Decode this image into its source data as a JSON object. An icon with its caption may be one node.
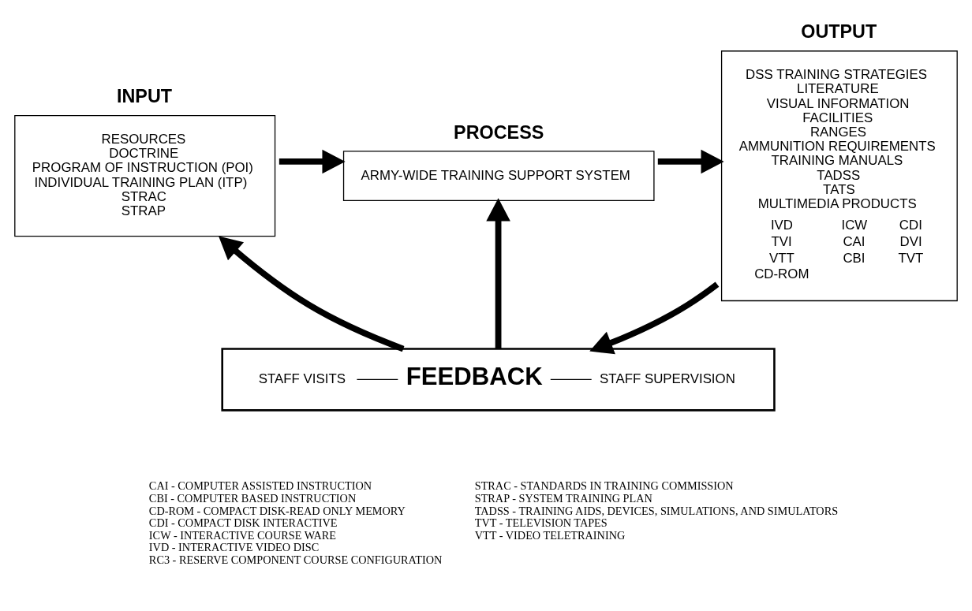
{
  "diagram": {
    "nodes": [
      {
        "text": [
          "INPUT",
          "RESOURCES",
          "DOCTRINE",
          "PROGRAM OF INSTRUCTION (POI)",
          "INDIVIDUAL TRAINING PLAN (ITP)",
          "STRAC",
          "STRAP"
        ]
      },
      {
        "text": [
          "PROCESS",
          "ARMY-WIDE TRAINING SUPPORT SYSTEM"
        ]
      },
      {
        "text": [
          "OUTPUT",
          "DSS TRAINING STRATEGIES",
          "LITERATURE",
          "VISUAL INFORMATION",
          "FACILITIES",
          "RANGES",
          "AMMUNITION REQUIREMENTS",
          "TRAINING MANUALS",
          "TADSS",
          "TATS",
          "MULTIMEDIA PRODUCTS",
          "IVD",
          "ICW",
          "CDI",
          "TVI",
          "CAI",
          "DVI",
          "VTT",
          "CBI",
          "TVT",
          "CD-ROM"
        ]
      },
      {
        "text": [
          "STAFF VISITS",
          "FEEDBACK",
          "STAFF SUPERVISION"
        ]
      }
    ],
    "edges": [
      {
        "from": 0,
        "to": 1,
        "arrow": "to"
      },
      {
        "from": 1,
        "to": 2,
        "arrow": "to"
      },
      {
        "from": 2,
        "to": 3,
        "arrow": "to"
      },
      {
        "from": 3,
        "to": 0,
        "arrow": "to"
      },
      {
        "from": 3,
        "to": 1,
        "arrow": "to"
      }
    ],
    "labels": [
      "CAI - COMPUTER ASSISTED INSTRUCTION",
      "CBI - COMPUTER BASED INSTRUCTION",
      "CD-ROM - COMPACT DISK-READ ONLY MEMORY",
      "CDI - COMPACT DISK INTERACTIVE",
      "ICW - INTERACTIVE COURSE WARE",
      "IVD - INTERACTIVE VIDEO DISC",
      "RC3 - RESERVE COMPONENT COURSE CONFIGURATION",
      "STRAC - STANDARDS IN TRAINING COMMISSION",
      "STRAP - SYSTEM TRAINING PLAN",
      "TADSS - TRAINING AIDS, DEVICES, SIMULATIONS, AND SIMULATORS",
      "TVT - TELEVISION TAPES",
      "VTT - VIDEO TELETRAINING"
    ]
  }
}
